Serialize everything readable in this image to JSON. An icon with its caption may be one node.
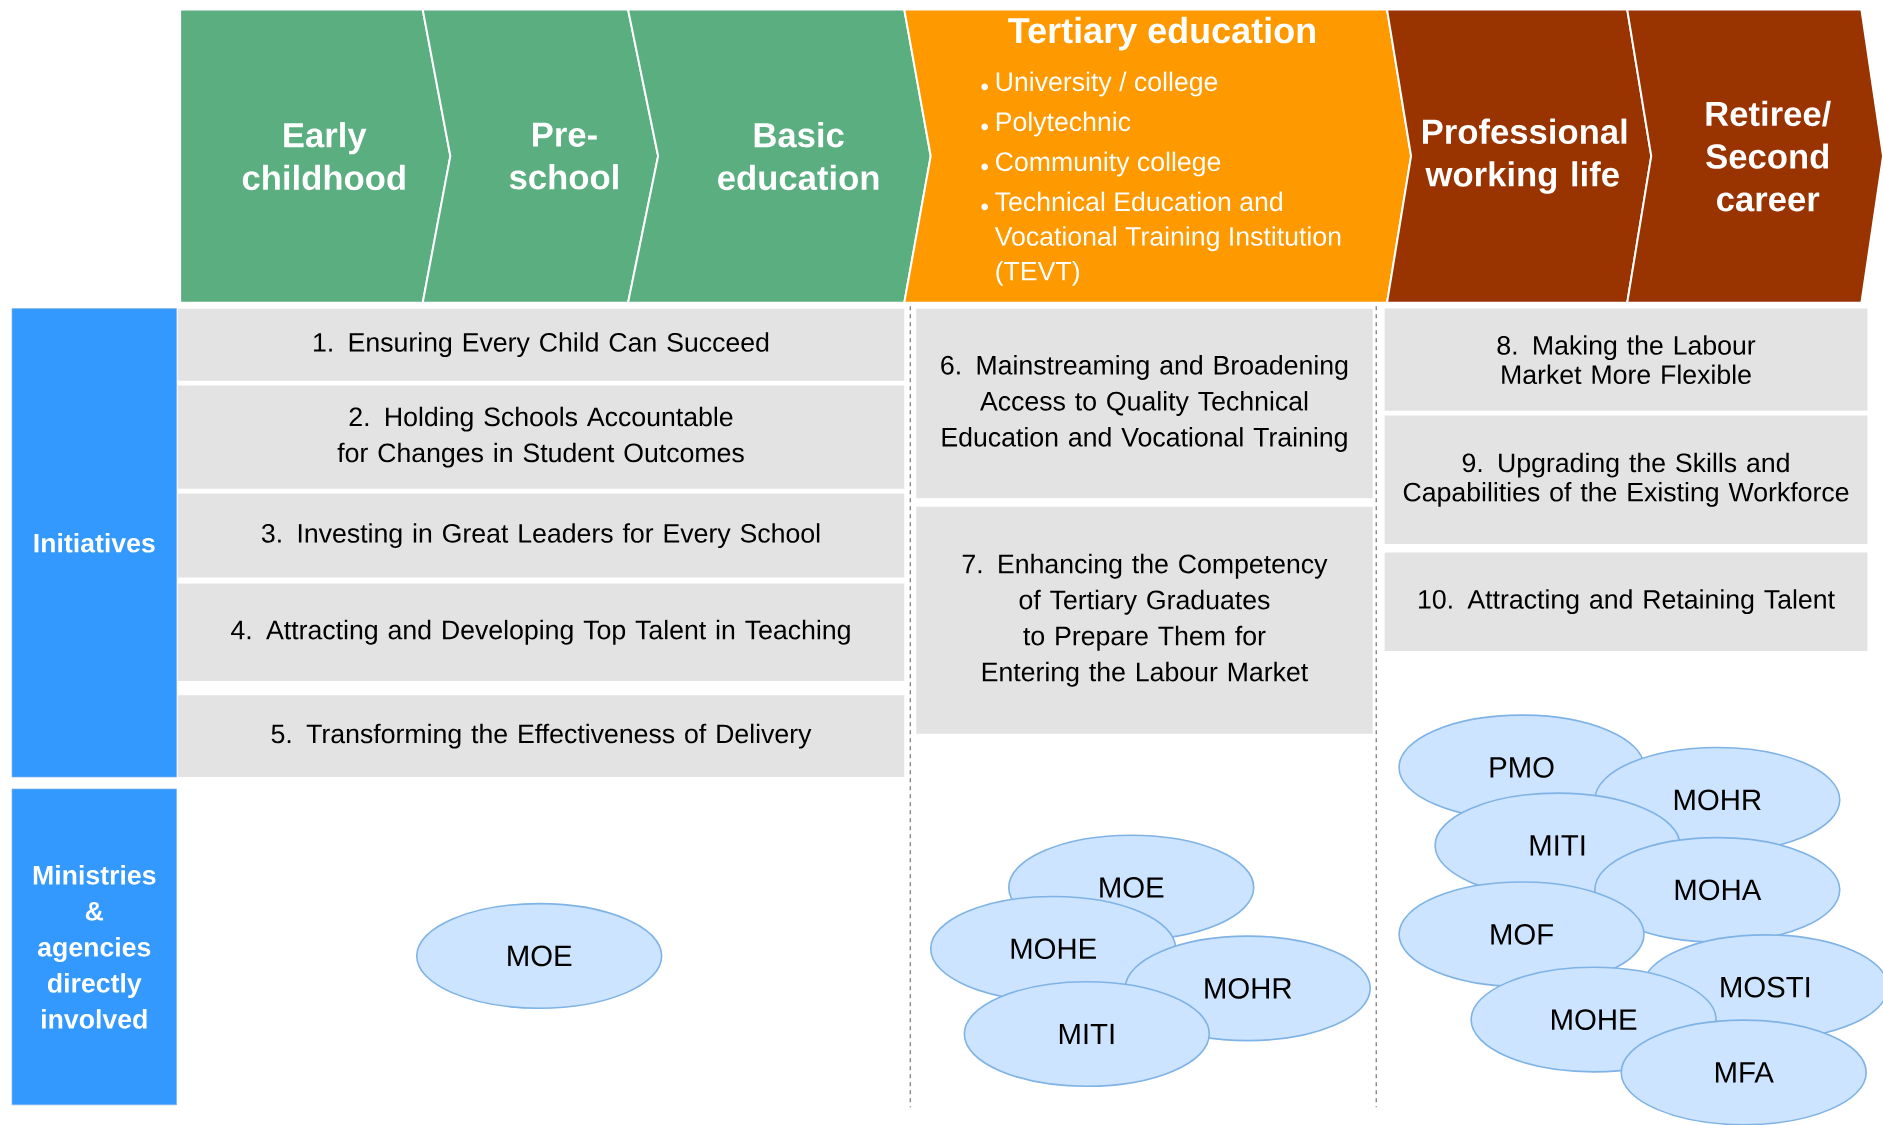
{
  "diagram": {
    "nodes": [
      {
        "text": [
          "Early childhood"
        ]
      },
      {
        "text": [
          "Pre- school"
        ]
      },
      {
        "text": [
          "Basic education"
        ]
      },
      {
        "text": [
          "Tertiary education",
          "University / college",
          "Polytechnic",
          "Community college",
          "Technical Education and Vocational Training Institution (TEVT)"
        ]
      },
      {
        "text": [
          "Professional working life"
        ]
      },
      {
        "text": [
          "Retiree/ Second career"
        ]
      },
      {
        "text": [
          "Initiatives"
        ]
      },
      {
        "text": [
          "Ministries & agencies directly involved"
        ]
      },
      {
        "text": [
          "1. Ensuring Every Child Can Succeed"
        ]
      },
      {
        "text": [
          "2. Holding Schools Accountable for Changes in Student Outcomes"
        ]
      },
      {
        "text": [
          "3. Investing in Great Leaders for Every School"
        ]
      },
      {
        "text": [
          "4. Attracting and Developing Top Talent in Teaching"
        ]
      },
      {
        "text": [
          "5. Transforming the Effectiveness of Delivery"
        ]
      },
      {
        "text": [
          "6. Mainstreaming and Broadening Access to Quality Technical Education and Vocational Training"
        ]
      },
      {
        "text": [
          "7. Enhancing the Competency of Tertiary Graduates to Prepare Them for Entering the Labour Market"
        ]
      },
      {
        "text": [
          "8. Making the Labour Market More Flexible"
        ]
      },
      {
        "text": [
          "9. Upgrading the Skills and Capabilities of the Existing Workforce"
        ]
      },
      {
        "text": [
          "10. Attracting and Retaining Talent"
        ]
      },
      {
        "text": [
          "MOE"
        ]
      },
      {
        "text": [
          "MOE"
        ]
      },
      {
        "text": [
          "MOHE"
        ]
      },
      {
        "text": [
          "MOHR"
        ]
      },
      {
        "text": [
          "MITI"
        ]
      },
      {
        "text": [
          "PMO"
        ]
      },
      {
        "text": [
          "MOHR"
        ]
      },
      {
        "text": [
          "MITI"
        ]
      },
      {
        "text": [
          "MOHA"
        ]
      },
      {
        "text": [
          "MOF"
        ]
      },
      {
        "text": [
          "MOSTI"
        ]
      },
      {
        "text": [
          "MOHE"
        ]
      },
      {
        "text": [
          "MFA"
        ]
      }
    ]
  }
}
